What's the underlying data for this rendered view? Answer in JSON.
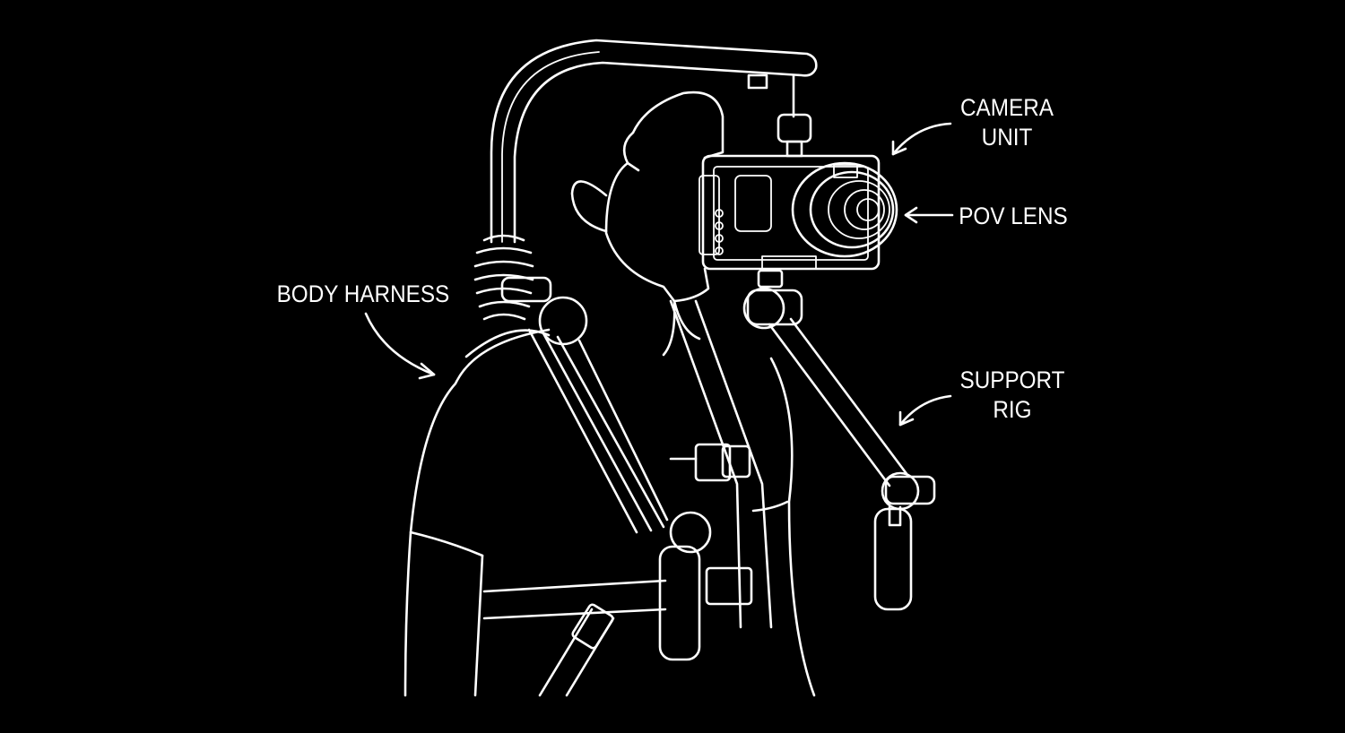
{
  "labels": {
    "camera_unit": {
      "line1": "CAMERA",
      "line2": "UNIT"
    },
    "pov_lens": {
      "line1": "POV LENS"
    },
    "body_harness": {
      "line1": "BODY HARNESS"
    },
    "support_rig": {
      "line1": "SUPPORT",
      "line2": "RIG"
    }
  },
  "colors": {
    "background": "#000000",
    "line": "#ffffff"
  },
  "icons": [
    "person-figure",
    "camera-unit-icon",
    "lens-icon",
    "support-rig-arm",
    "body-harness",
    "overhead-boom-arm"
  ]
}
